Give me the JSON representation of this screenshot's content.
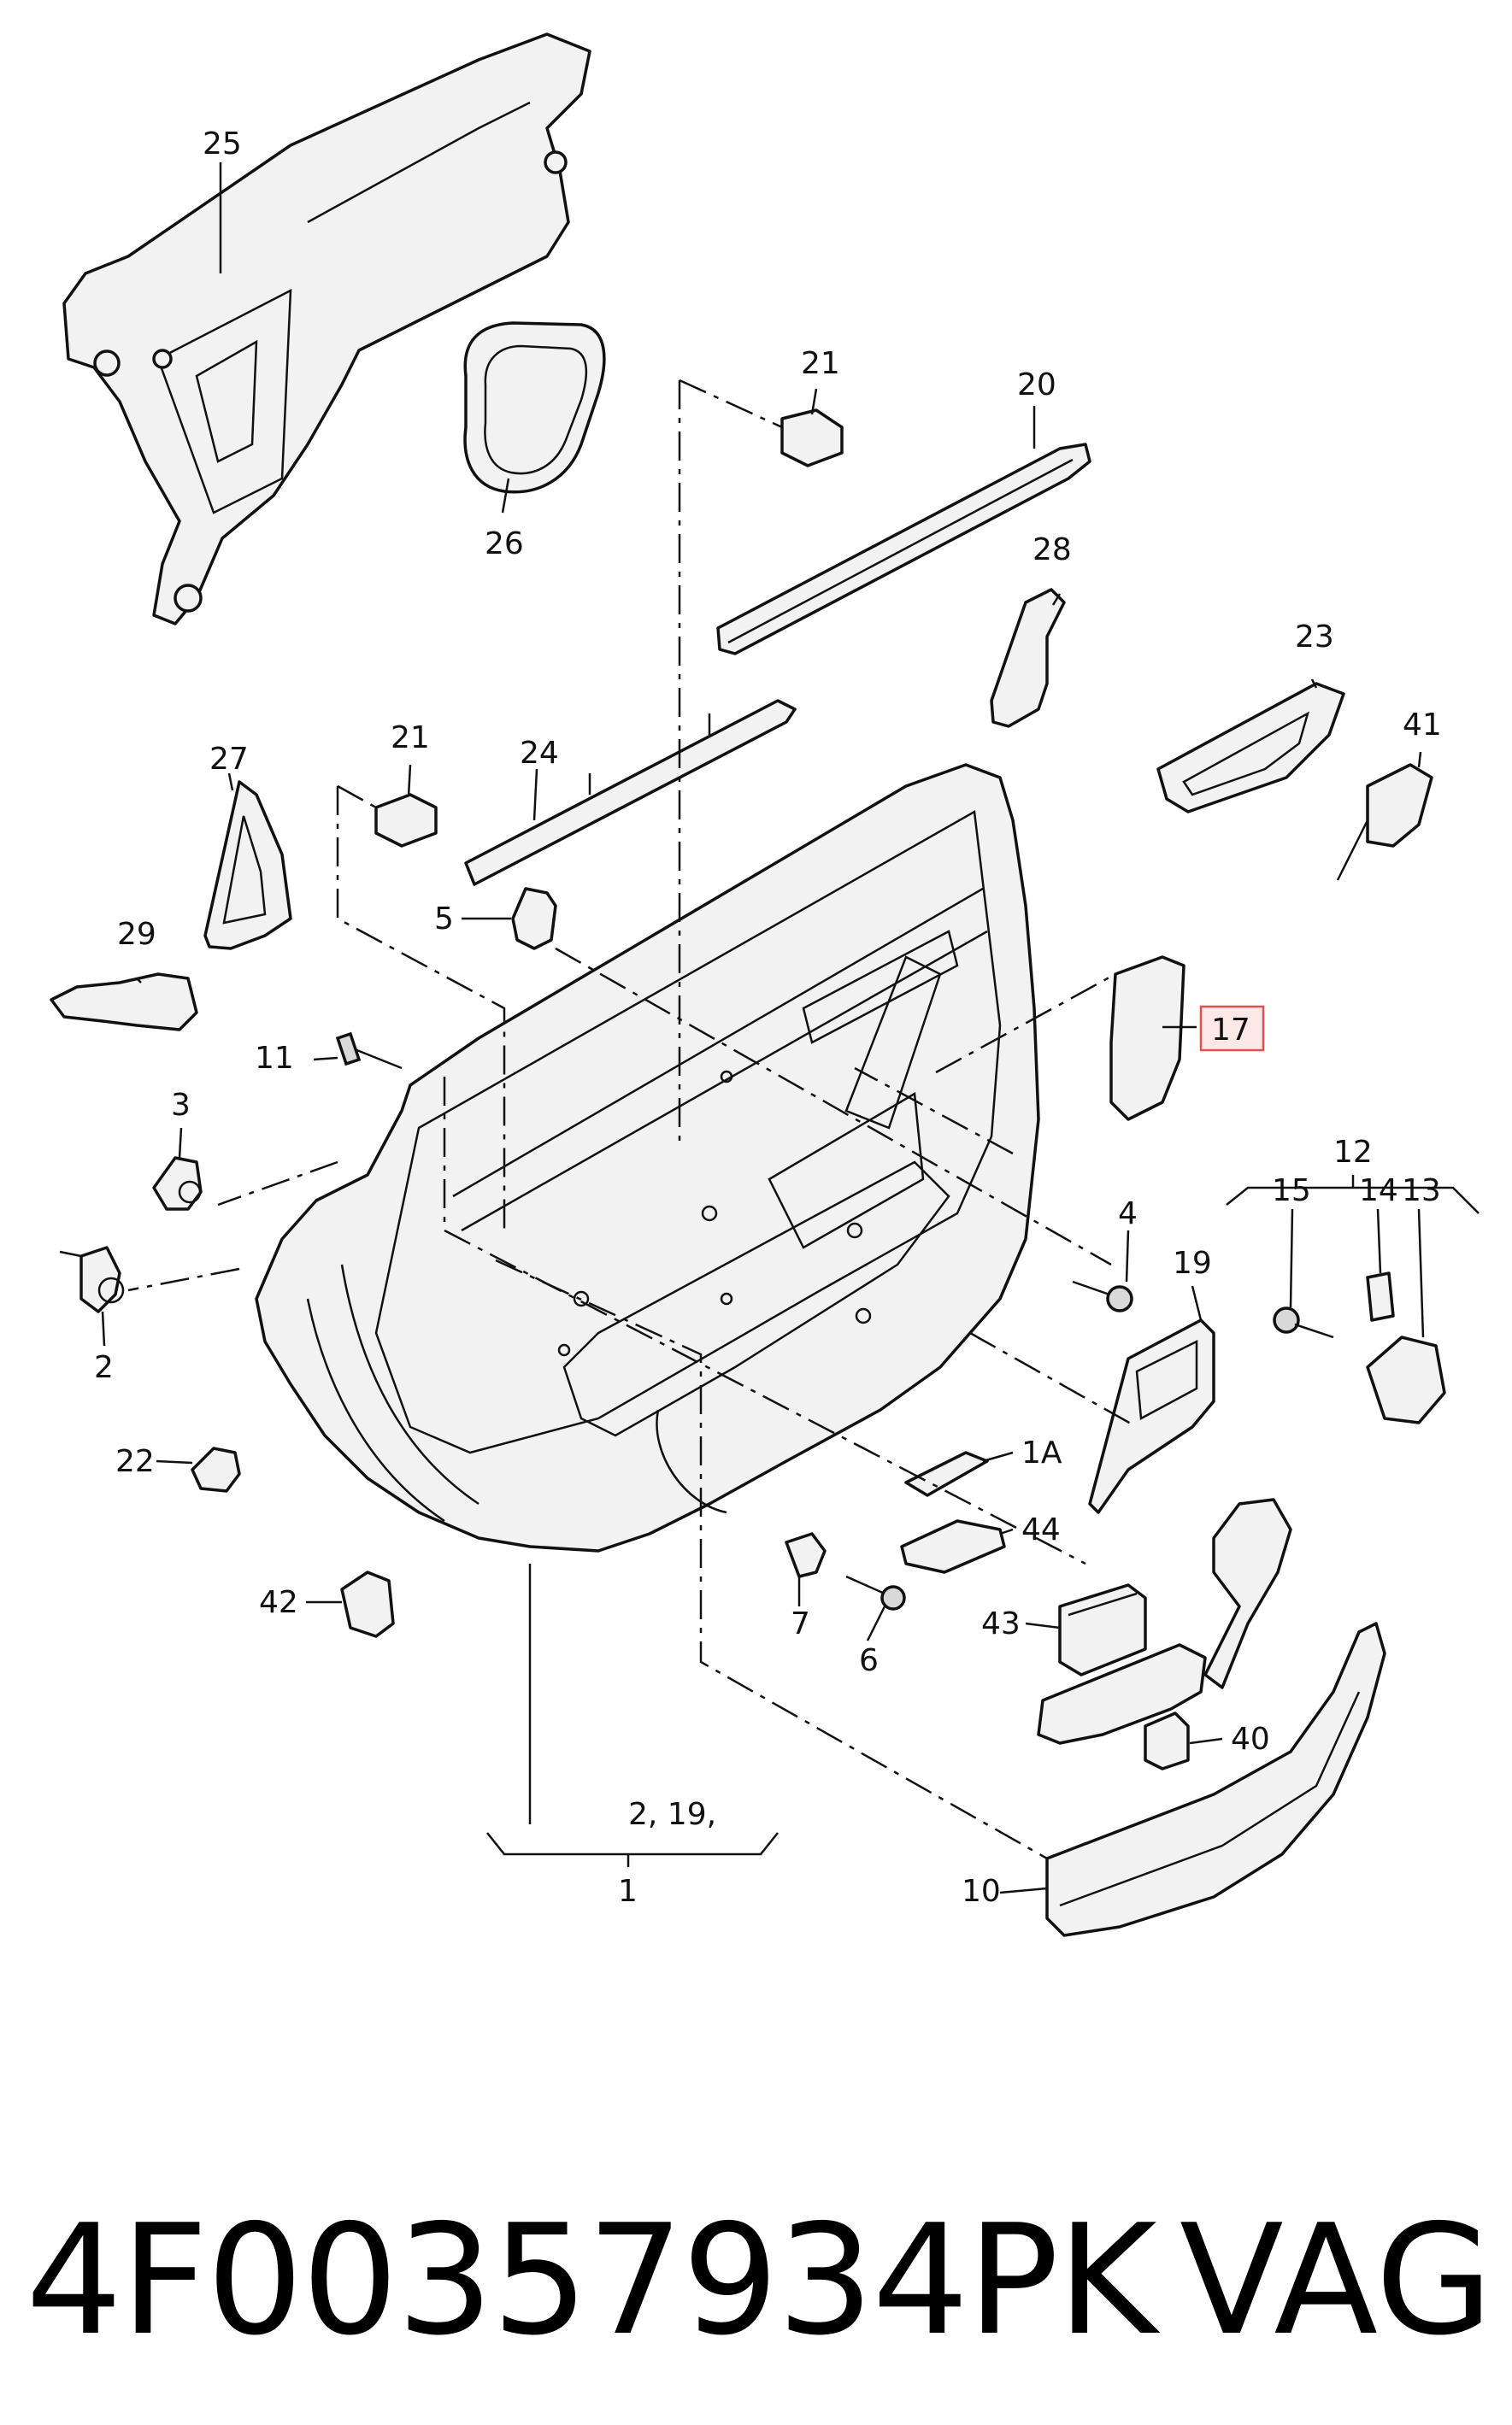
{
  "callouts": {
    "c25": "25",
    "c26": "26",
    "c21a": "21",
    "c20": "20",
    "c28": "28",
    "c23": "23",
    "c41": "41",
    "c21b": "21",
    "c24": "24",
    "c27": "27",
    "c5": "5",
    "c29": "29",
    "c17": "17",
    "c11": "11",
    "c3": "3",
    "c12": "12",
    "c15": "15",
    "c14": "14",
    "c13": "13",
    "c4": "4",
    "c19": "19",
    "c2": "2",
    "c22": "22",
    "c1a": "1A",
    "c44": "44",
    "c42": "42",
    "c7": "7",
    "c6": "6",
    "c43": "43",
    "c40": "40",
    "c219": "2,  19,",
    "c1": "1",
    "c10": "10"
  },
  "footer": {
    "part_number": "4F00357934PK",
    "brand": "VAG"
  },
  "colors": {
    "highlight_border": "#e05050",
    "highlight_fill": "#fde8e8",
    "line": "#111111"
  }
}
